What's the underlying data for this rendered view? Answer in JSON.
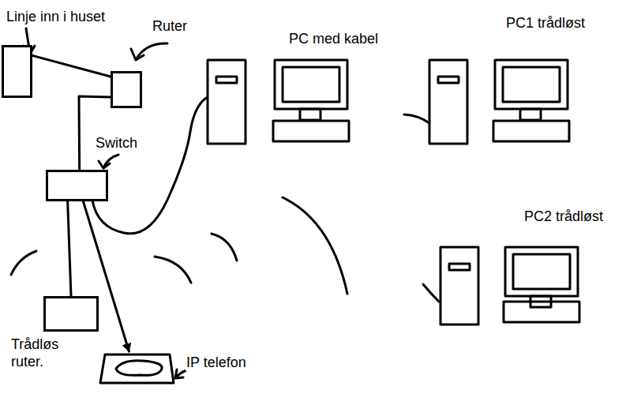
{
  "diagram": {
    "nodes": [
      {
        "text": [
          "Linje inn i huset"
        ]
      },
      {
        "text": [
          "Ruter"
        ]
      },
      {
        "text": [
          "PC med kabel"
        ]
      },
      {
        "text": [
          "PC1 trådløst"
        ]
      },
      {
        "text": [
          "Switch"
        ]
      },
      {
        "text": [
          "PC2 trådløst"
        ]
      },
      {
        "text": [
          "Trådløs ruter."
        ]
      },
      {
        "text": [
          "IP telefon"
        ]
      }
    ],
    "edges": [
      {
        "from": 0,
        "to": 1,
        "arrow": "none"
      },
      {
        "from": 1,
        "to": 4,
        "arrow": "none"
      },
      {
        "from": 4,
        "to": 6,
        "arrow": "none"
      },
      {
        "from": 4,
        "to": 7,
        "arrow": "to"
      },
      {
        "from": 4,
        "to": 2,
        "arrow": "none"
      }
    ]
  }
}
